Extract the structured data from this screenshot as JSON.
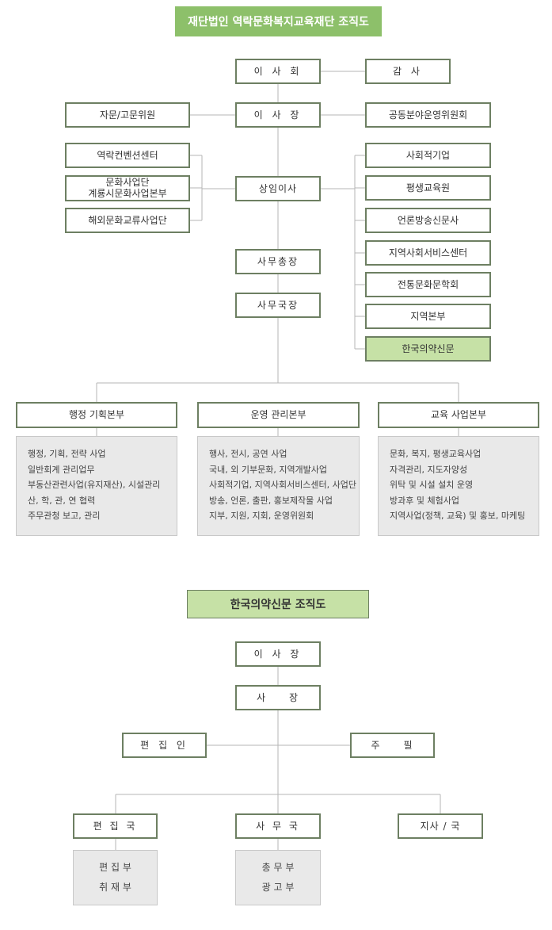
{
  "chart1": {
    "title": "재단법인 역락문화복지교육재단 조직도",
    "board": "이 사 회",
    "auditor": "감 사",
    "chairman": "이 사 장",
    "advisors": "자문/고문위원",
    "joint_committee": "공동분야운영위원회",
    "standing_director": "상임이사",
    "left_units": [
      "역락컨벤션센터",
      "문화사업단\n계룡시문화사업본부",
      "해외문화교류사업단"
    ],
    "right_units": [
      "사회적기업",
      "평생교육원",
      "언론방송신문사",
      "지역사회서비스센터",
      "전통문화문학회",
      "지역본부",
      "한국의약신문"
    ],
    "secretary_general": "사무총장",
    "director_general": "사무국장",
    "divisions": [
      {
        "name": "행정 기획본부",
        "items": [
          "행정, 기획, 전략 사업",
          "일반회계 관리업무",
          "부동산관련사업(유지재산), 시설관리",
          "산, 학, 관, 연 협력",
          "주무관청 보고, 관리"
        ]
      },
      {
        "name": "운영 관리본부",
        "items": [
          "행사, 전시, 공연 사업",
          "국내, 외 기부문화, 지역개발사업",
          "사회적기업, 지역사회서비스센터, 사업단",
          "방송, 언론, 출판, 홍보제작물 사업",
          "지부, 지원, 지회, 운영위원회"
        ]
      },
      {
        "name": "교육 사업본부",
        "items": [
          "문화, 복지, 평생교육사업",
          "자격관리, 지도자양성",
          "위탁 및 시설 설치 운영",
          "방과후 및 체험사업",
          "지역사업(정책, 교육) 및 홍보, 마케팅"
        ]
      }
    ]
  },
  "chart2": {
    "title": "한국의약신문 조직도",
    "chairman": "이 사 장",
    "president": "사　　장",
    "publisher": "편 집 인",
    "editor_in_chief": "주　　필",
    "departments": [
      "편 집 국",
      "사 무 국",
      "지사 / 국"
    ],
    "sub_units": [
      [
        "편 집 부",
        "취 재 부"
      ],
      [
        "총 무 부",
        "광 고 부"
      ]
    ]
  },
  "colors": {
    "title_green": "#8dc06a",
    "light_green": "#c6e1a6",
    "border": "#6d7f62",
    "panel_gray": "#e9e9e9",
    "line": "#b5b5b5"
  }
}
